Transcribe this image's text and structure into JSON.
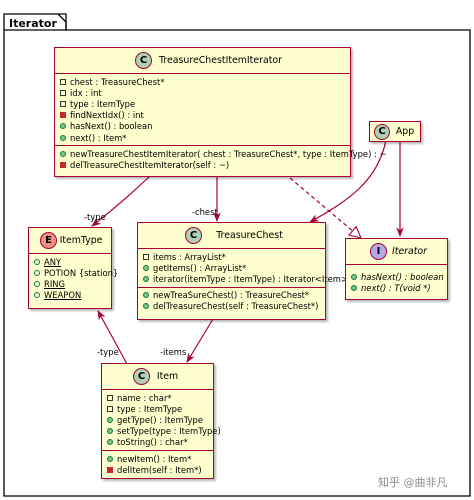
{
  "package": {
    "name": "Iterator"
  },
  "classes": {
    "treasure_chest_item_iterator": {
      "stereotype": "C",
      "name": "TreasureChestItemIterator",
      "fields": [
        "chest : TreasureChest*",
        "idx : int",
        "type : ItemType"
      ],
      "methods": [
        "findNextIdx() : int",
        "hasNext() : boolean",
        "next() : Item*"
      ],
      "lifecycle": [
        "newTreasureChestItemIterator( chest : TreasureChest*, type : ItemType) : ~",
        "delTreasureChestItemIterator(self : ~)"
      ]
    },
    "app": {
      "stereotype": "C",
      "name": "App"
    },
    "item_type": {
      "stereotype": "E",
      "name": "ItemType",
      "values": [
        "ANY",
        "POTION {station}",
        "RING",
        "WEAPON"
      ]
    },
    "treasure_chest": {
      "stereotype": "C",
      "name": "TreasureChest",
      "fields": [
        "items : ArrayList*"
      ],
      "methods": [
        "getItems() : ArrayList*",
        "iterator(itemType : ItemType) : Iterator<Item> *"
      ],
      "lifecycle": [
        "newTreaSureChest() : TreasureChest*",
        "delTreasureChest(self : TreasureChest*)"
      ]
    },
    "iterator": {
      "stereotype": "I",
      "name": "Iterator",
      "methods": [
        "hasNext() : boolean",
        "next() : T(void *)"
      ]
    },
    "item": {
      "stereotype": "C",
      "name": "Item",
      "fields": [
        "name : char*",
        "type : ItemType"
      ],
      "methods": [
        "getType() : ItemType",
        "setType(type : ItemType)",
        "toString() : char*"
      ],
      "lifecycle": [
        "newItem() : Item*",
        "delItem(self : Item*)"
      ]
    }
  },
  "relations": {
    "type_label_top": "-type",
    "chest_label": "-chest",
    "type_label_bottom": "-type",
    "items_label": "-items"
  },
  "watermark": "知乎 @曲非凡",
  "colors": {
    "class_fill": "#fefece",
    "border": "#a80036",
    "class_badge": "#add1b2",
    "enum_badge": "#eb937f",
    "interface_badge": "#b4a7e5",
    "private_marker": "#c82930",
    "public_marker": "#84be84"
  }
}
